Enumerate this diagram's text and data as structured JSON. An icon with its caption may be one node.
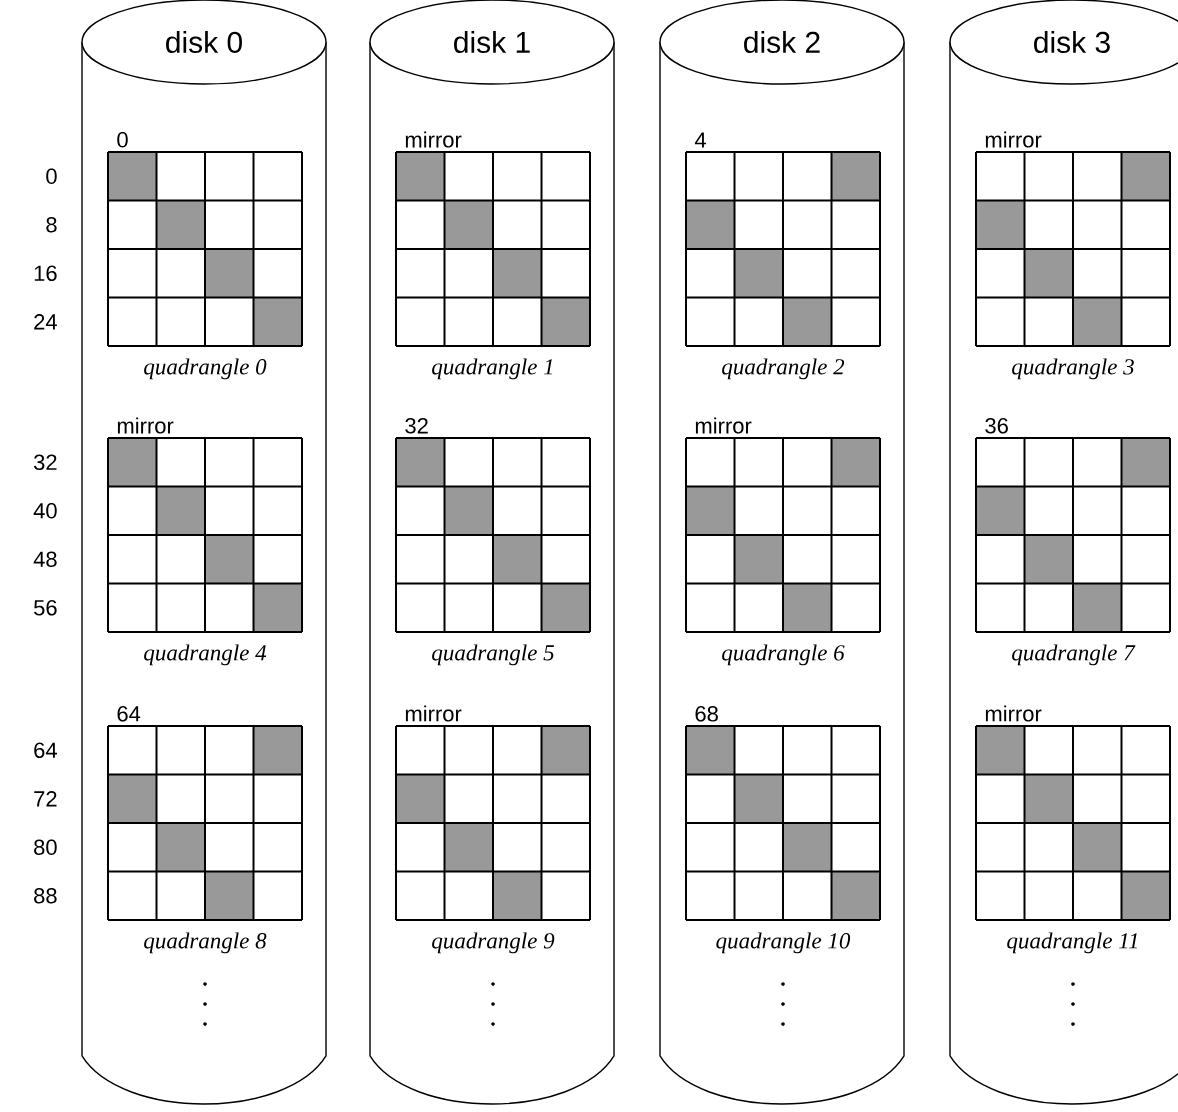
{
  "diagram": {
    "nodes": [
      {
        "text": [
          "disk 0"
        ]
      },
      {
        "text": [
          "disk 1"
        ]
      },
      {
        "text": [
          "disk 2"
        ]
      },
      {
        "text": [
          "disk 3"
        ]
      },
      {
        "text": [
          "0"
        ],
        "beside": [
          "quadrangle 0"
        ],
        "in": 0
      },
      {
        "text": [
          "mirror"
        ],
        "beside": [
          "quadrangle 1"
        ],
        "in": 1
      },
      {
        "text": [
          "4"
        ],
        "beside": [
          "quadrangle 2"
        ],
        "in": 2
      },
      {
        "text": [
          "mirror"
        ],
        "beside": [
          "quadrangle 3"
        ],
        "in": 3
      },
      {
        "text": [
          "mirror"
        ],
        "beside": [
          "quadrangle 4"
        ],
        "in": 0
      },
      {
        "text": [
          "32"
        ],
        "beside": [
          "quadrangle 5"
        ],
        "in": 1
      },
      {
        "text": [
          "mirror"
        ],
        "beside": [
          "quadrangle 6"
        ],
        "in": 2
      },
      {
        "text": [
          "36"
        ],
        "beside": [
          "quadrangle 7"
        ],
        "in": 3
      },
      {
        "text": [
          "64"
        ],
        "beside": [
          "quadrangle 8"
        ],
        "in": 0
      },
      {
        "text": [
          "mirror"
        ],
        "beside": [
          "quadrangle 9"
        ],
        "in": 1
      },
      {
        "text": [
          "68"
        ],
        "beside": [
          "quadrangle 10"
        ],
        "in": 2
      },
      {
        "text": [
          "mirror"
        ],
        "beside": [
          "quadrangle 11"
        ],
        "in": 3
      }
    ],
    "labels": [
      "0",
      "8",
      "16",
      "24",
      "32",
      "40",
      "48",
      "56",
      "64",
      "72",
      "80",
      "88"
    ]
  }
}
